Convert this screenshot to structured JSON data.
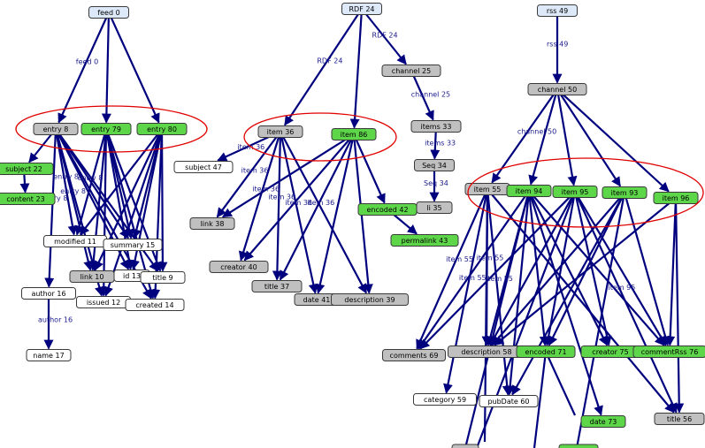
{
  "colors": {
    "root": "#dde9f8",
    "plain": "#c0c0c0",
    "green": "#5ed64a",
    "white": "#ffffff",
    "edge": "#00007f",
    "highlight": "#e00000"
  },
  "nodes": {
    "feed0": {
      "label": "feed 0",
      "kind": "root"
    },
    "entry8": {
      "label": "entry 8",
      "kind": "plain"
    },
    "entry79": {
      "label": "entry 79",
      "kind": "green"
    },
    "entry80": {
      "label": "entry 80",
      "kind": "green"
    },
    "subject22": {
      "label": "subject 22",
      "kind": "green"
    },
    "content23": {
      "label": "content 23",
      "kind": "green"
    },
    "modified11": {
      "label": "modified 11",
      "kind": "white"
    },
    "summary15": {
      "label": "summary 15",
      "kind": "white"
    },
    "link10": {
      "label": "link 10",
      "kind": "plain"
    },
    "id13": {
      "label": "id 13",
      "kind": "white"
    },
    "title9": {
      "label": "title 9",
      "kind": "white"
    },
    "issued12": {
      "label": "issued 12",
      "kind": "white"
    },
    "created14": {
      "label": "created 14",
      "kind": "white"
    },
    "author16": {
      "label": "author 16",
      "kind": "white"
    },
    "name17": {
      "label": "name 17",
      "kind": "white"
    },
    "rdf24": {
      "label": "RDF 24",
      "kind": "root"
    },
    "channel25": {
      "label": "channel 25",
      "kind": "plain"
    },
    "items33": {
      "label": "items 33",
      "kind": "plain"
    },
    "seq34": {
      "label": "Seq 34",
      "kind": "plain"
    },
    "li35": {
      "label": "li 35",
      "kind": "plain"
    },
    "item36": {
      "label": "item 36",
      "kind": "plain"
    },
    "item86": {
      "label": "item 86",
      "kind": "green"
    },
    "subject47": {
      "label": "subject 47",
      "kind": "white"
    },
    "link38": {
      "label": "link 38",
      "kind": "plain"
    },
    "creator40": {
      "label": "creator 40",
      "kind": "plain"
    },
    "title37": {
      "label": "title 37",
      "kind": "plain"
    },
    "date41": {
      "label": "date 41",
      "kind": "plain"
    },
    "description39": {
      "label": "description 39",
      "kind": "plain"
    },
    "encoded42": {
      "label": "encoded 42",
      "kind": "green"
    },
    "permalink43": {
      "label": "permalink 43",
      "kind": "green"
    },
    "rss49": {
      "label": "rss 49",
      "kind": "root"
    },
    "channel50": {
      "label": "channel 50",
      "kind": "plain"
    },
    "item55": {
      "label": "item 55",
      "kind": "plain"
    },
    "item94": {
      "label": "item 94",
      "kind": "green"
    },
    "item95": {
      "label": "item 95",
      "kind": "green"
    },
    "item93": {
      "label": "item 93",
      "kind": "green"
    },
    "item96": {
      "label": "item 96",
      "kind": "green"
    },
    "comments69": {
      "label": "comments 69",
      "kind": "plain"
    },
    "description58": {
      "label": "description 58",
      "kind": "plain"
    },
    "encoded71": {
      "label": "encoded 71",
      "kind": "green"
    },
    "creator75": {
      "label": "creator 75",
      "kind": "green"
    },
    "commentRss76": {
      "label": "commentRss 76",
      "kind": "green"
    },
    "category59": {
      "label": "category 59",
      "kind": "white"
    },
    "pubDate60": {
      "label": "pubDate 60",
      "kind": "white"
    },
    "date73": {
      "label": "date 73",
      "kind": "green"
    },
    "title56": {
      "label": "title 56",
      "kind": "plain"
    }
  },
  "edges": [
    {
      "from": "feed0",
      "to": "entry8",
      "label": "feed 0"
    },
    {
      "from": "feed0",
      "to": "entry79",
      "label": ""
    },
    {
      "from": "feed0",
      "to": "entry80",
      "label": ""
    },
    {
      "from": "entry8",
      "to": "subject22",
      "label": ""
    },
    {
      "from": "subject22",
      "to": "content23",
      "label": ""
    },
    {
      "from": "entry8",
      "to": "modified11",
      "label": "entry 8"
    },
    {
      "from": "entry8",
      "to": "summary15",
      "label": "entry 8"
    },
    {
      "from": "entry8",
      "to": "link10",
      "label": "entry 8"
    },
    {
      "from": "entry8",
      "to": "id13",
      "label": ""
    },
    {
      "from": "entry8",
      "to": "title9",
      "label": ""
    },
    {
      "from": "entry8",
      "to": "issued12",
      "label": ""
    },
    {
      "from": "entry8",
      "to": "created14",
      "label": ""
    },
    {
      "from": "entry8",
      "to": "author16",
      "label": "entry 8"
    },
    {
      "from": "entry79",
      "to": "modified11",
      "label": ""
    },
    {
      "from": "entry79",
      "to": "summary15",
      "label": ""
    },
    {
      "from": "entry79",
      "to": "link10",
      "label": ""
    },
    {
      "from": "entry79",
      "to": "id13",
      "label": ""
    },
    {
      "from": "entry79",
      "to": "title9",
      "label": ""
    },
    {
      "from": "entry79",
      "to": "issued12",
      "label": ""
    },
    {
      "from": "entry79",
      "to": "created14",
      "label": ""
    },
    {
      "from": "entry80",
      "to": "modified11",
      "label": ""
    },
    {
      "from": "entry80",
      "to": "summary15",
      "label": ""
    },
    {
      "from": "entry80",
      "to": "link10",
      "label": ""
    },
    {
      "from": "entry80",
      "to": "id13",
      "label": ""
    },
    {
      "from": "entry80",
      "to": "title9",
      "label": ""
    },
    {
      "from": "entry80",
      "to": "issued12",
      "label": ""
    },
    {
      "from": "entry80",
      "to": "created14",
      "label": ""
    },
    {
      "from": "author16",
      "to": "name17",
      "label": "author 16"
    },
    {
      "from": "rdf24",
      "to": "item36",
      "label": "RDF 24"
    },
    {
      "from": "rdf24",
      "to": "item86",
      "label": ""
    },
    {
      "from": "rdf24",
      "to": "channel25",
      "label": "RDF 24"
    },
    {
      "from": "channel25",
      "to": "items33",
      "label": "channel 25"
    },
    {
      "from": "items33",
      "to": "seq34",
      "label": "items 33"
    },
    {
      "from": "seq34",
      "to": "li35",
      "label": "Seq 34"
    },
    {
      "from": "item36",
      "to": "subject47",
      "label": "item 36"
    },
    {
      "from": "item36",
      "to": "link38",
      "label": "item 36"
    },
    {
      "from": "item36",
      "to": "creator40",
      "label": "item 36"
    },
    {
      "from": "item36",
      "to": "title37",
      "label": "item 36"
    },
    {
      "from": "item36",
      "to": "date41",
      "label": "item 36"
    },
    {
      "from": "item36",
      "to": "description39",
      "label": "item 36"
    },
    {
      "from": "item86",
      "to": "link38",
      "label": ""
    },
    {
      "from": "item86",
      "to": "creator40",
      "label": ""
    },
    {
      "from": "item86",
      "to": "title37",
      "label": ""
    },
    {
      "from": "item86",
      "to": "date41",
      "label": ""
    },
    {
      "from": "item86",
      "to": "description39",
      "label": ""
    },
    {
      "from": "item86",
      "to": "encoded42",
      "label": ""
    },
    {
      "from": "encoded42",
      "to": "permalink43",
      "label": ""
    },
    {
      "from": "rss49",
      "to": "channel50",
      "label": "rss 49"
    },
    {
      "from": "channel50",
      "to": "item55",
      "label": "channel 50"
    },
    {
      "from": "channel50",
      "to": "item94",
      "label": ""
    },
    {
      "from": "channel50",
      "to": "item95",
      "label": ""
    },
    {
      "from": "channel50",
      "to": "item93",
      "label": ""
    },
    {
      "from": "channel50",
      "to": "item96",
      "label": ""
    },
    {
      "from": "item55",
      "to": "comments69",
      "label": "item 55"
    },
    {
      "from": "item55",
      "to": "description58",
      "label": "item 55"
    },
    {
      "from": "item55",
      "to": "category59",
      "label": "item 55"
    },
    {
      "from": "item55",
      "to": "pubDate60",
      "label": "item 55"
    },
    {
      "from": "item55",
      "to": "title56",
      "label": ""
    },
    {
      "from": "item94",
      "to": "comments69",
      "label": ""
    },
    {
      "from": "item94",
      "to": "description58",
      "label": ""
    },
    {
      "from": "item94",
      "to": "encoded71",
      "label": ""
    },
    {
      "from": "item94",
      "to": "creator75",
      "label": ""
    },
    {
      "from": "item94",
      "to": "commentRss76",
      "label": ""
    },
    {
      "from": "item94",
      "to": "pubDate60",
      "label": ""
    },
    {
      "from": "item94",
      "to": "date73",
      "label": ""
    },
    {
      "from": "item95",
      "to": "comments69",
      "label": ""
    },
    {
      "from": "item95",
      "to": "description58",
      "label": ""
    },
    {
      "from": "item95",
      "to": "encoded71",
      "label": ""
    },
    {
      "from": "item95",
      "to": "creator75",
      "label": ""
    },
    {
      "from": "item95",
      "to": "commentRss76",
      "label": ""
    },
    {
      "from": "item95",
      "to": "title56",
      "label": "item 95"
    },
    {
      "from": "item93",
      "to": "description58",
      "label": ""
    },
    {
      "from": "item93",
      "to": "encoded71",
      "label": ""
    },
    {
      "from": "item93",
      "to": "commentRss76",
      "label": ""
    },
    {
      "from": "item93",
      "to": "pubDate60",
      "label": ""
    },
    {
      "from": "item96",
      "to": "description58",
      "label": ""
    },
    {
      "from": "item96",
      "to": "commentRss76",
      "label": ""
    },
    {
      "from": "item96",
      "to": "title56",
      "label": ""
    }
  ]
}
